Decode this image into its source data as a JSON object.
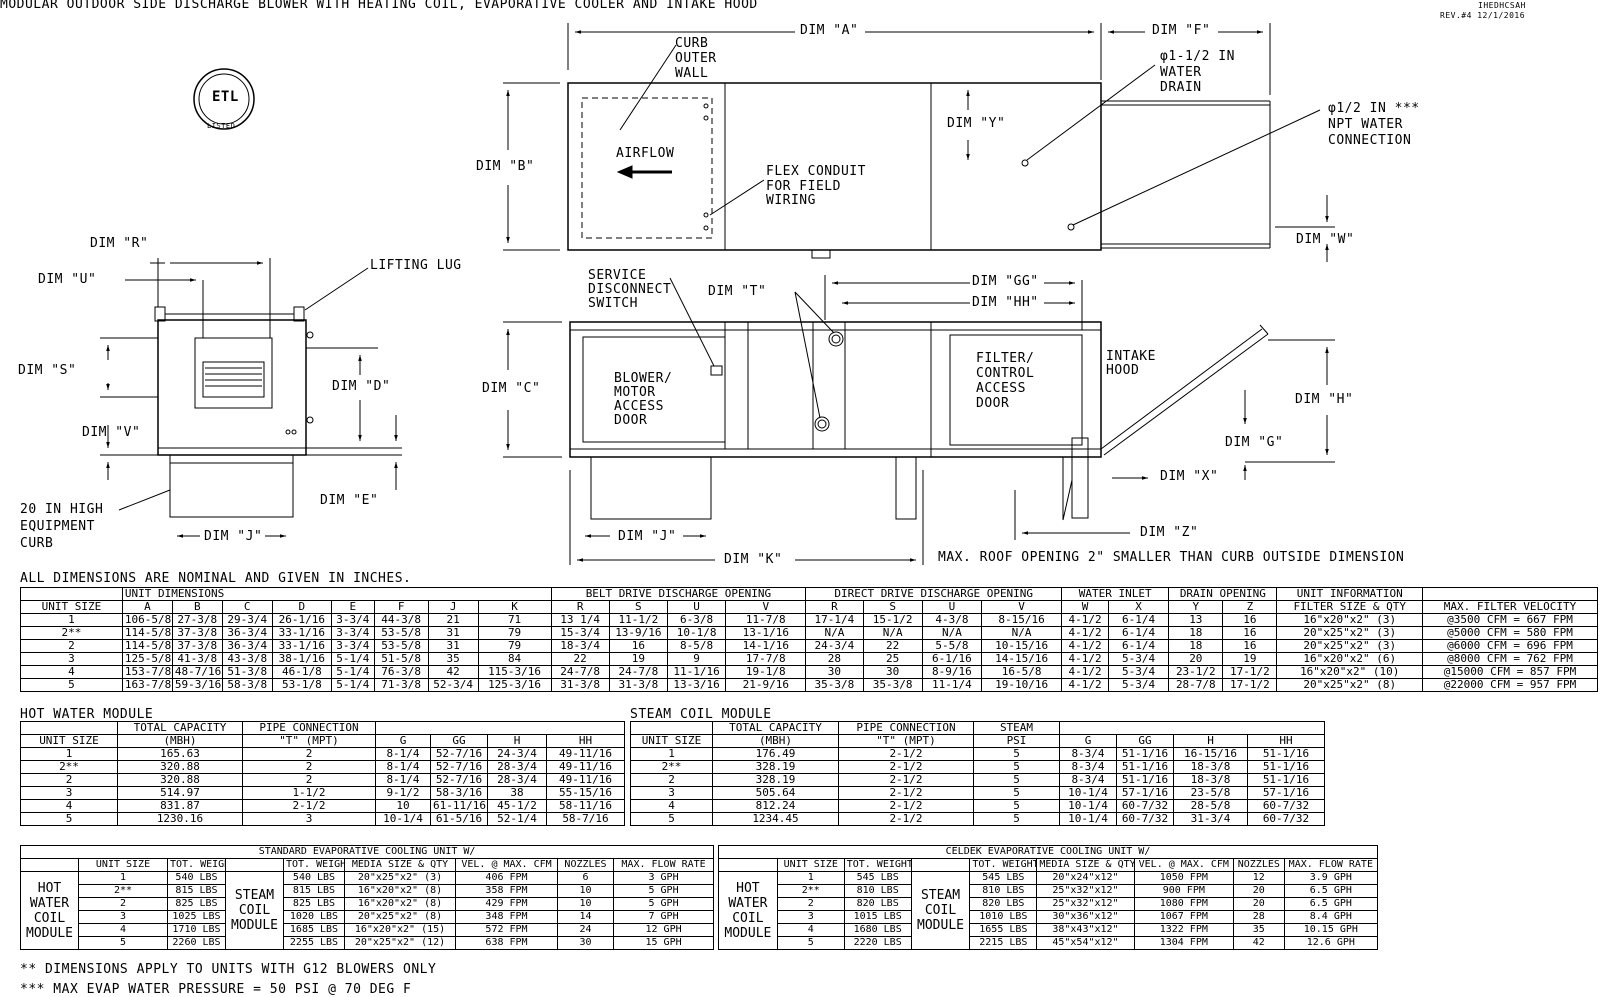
{
  "title": "MODULAR OUTDOOR SIDE DISCHARGE BLOWER WITH HEATING COIL, EVAPORATIVE COOLER AND INTAKE HOOD",
  "doc_id": "IHEDHCSAH",
  "revision": "REV.#4  12/1/2016",
  "labels": {
    "dim_a": "DIM \"A\"",
    "dim_b": "DIM \"B\"",
    "dim_c": "DIM \"C\"",
    "dim_d": "DIM \"D\"",
    "dim_e": "DIM \"E\"",
    "dim_f": "DIM \"F\"",
    "dim_g": "DIM \"G\"",
    "dim_h": "DIM \"H\"",
    "dim_j_left": "DIM \"J\"",
    "dim_j_mid": "DIM \"J\"",
    "dim_k": "DIM \"K\"",
    "dim_r": "DIM \"R\"",
    "dim_s": "DIM \"S\"",
    "dim_t": "DIM \"T\"",
    "dim_u": "DIM \"U\"",
    "dim_v": "DIM \"V\"",
    "dim_w": "DIM \"W\"",
    "dim_x": "DIM \"X\"",
    "dim_y": "DIM \"Y\"",
    "dim_z": "DIM \"Z\"",
    "dim_gg": "DIM \"GG\"",
    "dim_hh": "DIM \"HH\"",
    "curb_outer": [
      "CURB",
      "OUTER",
      "WALL"
    ],
    "airflow": "AIRFLOW",
    "flex_conduit": [
      "FLEX CONDUIT",
      "FOR FIELD",
      "WIRING"
    ],
    "water_drain": [
      "φ1-1/2 IN",
      "WATER",
      "DRAIN"
    ],
    "npt_conn": [
      "φ1/2 IN ***",
      "NPT WATER",
      "CONNECTION"
    ],
    "lifting_lug": "LIFTING LUG",
    "service_disc": [
      "SERVICE",
      "DISCONNECT",
      "SWITCH"
    ],
    "blower_door": [
      "BLOWER/",
      "MOTOR",
      "ACCESS",
      "DOOR"
    ],
    "filter_door": [
      "FILTER/",
      "CONTROL",
      "ACCESS",
      "DOOR"
    ],
    "intake_hood": [
      "INTAKE",
      "HOOD"
    ],
    "curb_20": [
      "20 IN HIGH",
      "EQUIPMENT",
      "CURB"
    ],
    "roof_opening": "MAX. ROOF OPENING 2\" SMALLER THAN CURB OUTSIDE DIMENSION",
    "all_dims": "ALL DIMENSIONS ARE NOMINAL AND GIVEN IN INCHES.",
    "etl_logo": "ETL",
    "etl_listed": "LISTED"
  },
  "dim_table": {
    "groups": [
      "UNIT DIMENSIONS",
      "BELT DRIVE DISCHARGE OPENING",
      "DIRECT DRIVE DISCHARGE OPENING",
      "WATER INLET",
      "DRAIN OPENING",
      "UNIT INFORMATION",
      ""
    ],
    "headers": [
      "UNIT SIZE",
      "A",
      "B",
      "C",
      "D",
      "E",
      "F",
      "J",
      "K",
      "R",
      "S",
      "U",
      "V",
      "R",
      "S",
      "U",
      "V",
      "W",
      "X",
      "Y",
      "Z",
      "FILTER SIZE & QTY",
      "MAX. FILTER VELOCITY"
    ],
    "rows": [
      [
        "1",
        "106-5/8",
        "27-3/8",
        "29-3/4",
        "26-1/16",
        "3-3/4",
        "44-3/8",
        "21",
        "71",
        "13 1/4",
        "11-1/2",
        "6-3/8",
        "11-7/8",
        "17-1/4",
        "15-1/2",
        "4-3/8",
        "8-15/16",
        "4-1/2",
        "6-1/4",
        "13",
        "16",
        "16\"x20\"x2\" (3)",
        "@3500 CFM = 667 FPM"
      ],
      [
        "2**",
        "114-5/8",
        "37-3/8",
        "36-3/4",
        "33-1/16",
        "3-3/4",
        "53-5/8",
        "31",
        "79",
        "15-3/4",
        "13-9/16",
        "10-1/8",
        "13-1/16",
        "N/A",
        "N/A",
        "N/A",
        "N/A",
        "4-1/2",
        "6-1/4",
        "18",
        "16",
        "20\"x25\"x2\" (3)",
        "@5000 CFM = 580 FPM"
      ],
      [
        "2",
        "114-5/8",
        "37-3/8",
        "36-3/4",
        "33-1/16",
        "3-3/4",
        "53-5/8",
        "31",
        "79",
        "18-3/4",
        "16",
        "8-5/8",
        "14-1/16",
        "24-3/4",
        "22",
        "5-5/8",
        "10-15/16",
        "4-1/2",
        "6-1/4",
        "18",
        "16",
        "20\"x25\"x2\" (3)",
        "@6000 CFM = 696 FPM"
      ],
      [
        "3",
        "125-5/8",
        "41-3/8",
        "43-3/8",
        "38-1/16",
        "5-1/4",
        "51-5/8",
        "35",
        "84",
        "22",
        "19",
        "9",
        "17-7/8",
        "28",
        "25",
        "6-1/16",
        "14-15/16",
        "4-1/2",
        "5-3/4",
        "20",
        "19",
        "16\"x20\"x2\" (6)",
        "@8000 CFM = 762 FPM"
      ],
      [
        "4",
        "153-7/8",
        "48-7/16",
        "51-3/8",
        "46-1/8",
        "5-1/4",
        "76-3/8",
        "42",
        "115-3/16",
        "24-7/8",
        "24-7/8",
        "11-1/16",
        "19-1/8",
        "30",
        "30",
        "8-9/16",
        "16-5/8",
        "4-1/2",
        "5-3/4",
        "23-1/2",
        "17-1/2",
        "16\"x20\"x2\" (10)",
        "@15000 CFM = 857 FPM"
      ],
      [
        "5",
        "163-7/8",
        "59-3/16",
        "58-3/8",
        "53-1/8",
        "5-1/4",
        "71-3/8",
        "52-3/4",
        "125-3/16",
        "31-3/8",
        "31-3/8",
        "13-3/16",
        "21-9/16",
        "35-3/8",
        "35-3/8",
        "11-1/4",
        "19-10/16",
        "4-1/2",
        "5-3/4",
        "28-7/8",
        "17-1/2",
        "20\"x25\"x2\" (8)",
        "@22000 CFM = 957 FPM"
      ]
    ]
  },
  "hot_water": {
    "title": "HOT WATER MODULE",
    "h1": [
      "",
      "TOTAL CAPACITY",
      "PIPE CONNECTION",
      ""
    ],
    "h2": [
      "UNIT SIZE",
      "(MBH)",
      "\"T\" (MPT)",
      "G",
      "GG",
      "H",
      "HH"
    ],
    "rows": [
      [
        "1",
        "165.63",
        "2",
        "8-1/4",
        "52-7/16",
        "24-3/4",
        "49-11/16"
      ],
      [
        "2**",
        "320.88",
        "2",
        "8-1/4",
        "52-7/16",
        "28-3/4",
        "49-11/16"
      ],
      [
        "2",
        "320.88",
        "2",
        "8-1/4",
        "52-7/16",
        "28-3/4",
        "49-11/16"
      ],
      [
        "3",
        "514.97",
        "1-1/2",
        "9-1/2",
        "58-3/16",
        "38",
        "55-15/16"
      ],
      [
        "4",
        "831.87",
        "2-1/2",
        "10",
        "61-11/16",
        "45-1/2",
        "58-11/16"
      ],
      [
        "5",
        "1230.16",
        "3",
        "10-1/4",
        "61-5/16",
        "52-1/4",
        "58-7/16"
      ]
    ]
  },
  "steam": {
    "title": "STEAM COIL MODULE",
    "h1": [
      "",
      "TOTAL CAPACITY",
      "PIPE CONNECTION",
      "STEAM",
      ""
    ],
    "h2": [
      "UNIT SIZE",
      "(MBH)",
      "\"T\" (MPT)",
      "PSI",
      "G",
      "GG",
      "H",
      "HH"
    ],
    "rows": [
      [
        "1",
        "176.49",
        "2-1/2",
        "5",
        "8-3/4",
        "51-1/16",
        "16-15/16",
        "51-1/16"
      ],
      [
        "2**",
        "328.19",
        "2-1/2",
        "5",
        "8-3/4",
        "51-1/16",
        "18-3/8",
        "51-1/16"
      ],
      [
        "2",
        "328.19",
        "2-1/2",
        "5",
        "8-3/4",
        "51-1/16",
        "18-3/8",
        "51-1/16"
      ],
      [
        "3",
        "505.64",
        "2-1/2",
        "5",
        "10-1/4",
        "57-1/16",
        "23-5/8",
        "57-1/16"
      ],
      [
        "4",
        "812.24",
        "2-1/2",
        "5",
        "10-1/4",
        "60-7/32",
        "28-5/8",
        "60-7/32"
      ],
      [
        "5",
        "1234.45",
        "2-1/2",
        "5",
        "10-1/4",
        "60-7/32",
        "31-3/4",
        "60-7/32"
      ]
    ]
  },
  "std_evap": {
    "title": "STANDARD EVAPORATIVE COOLING UNIT W/",
    "hw_label": [
      "HOT",
      "WATER",
      "COIL",
      "MODULE"
    ],
    "st_label": [
      "STEAM",
      "COIL",
      "MODULE"
    ],
    "h_left": [
      "UNIT SIZE",
      "TOT. WEIGHT"
    ],
    "h_right": [
      "TOT. WEIGHT",
      "MEDIA SIZE & QTY",
      "VEL. @ MAX. CFM",
      "NOZZLES",
      "MAX. FLOW RATE"
    ],
    "rows": [
      [
        "1",
        "540 LBS",
        "540 LBS",
        "20\"x25\"x2\" (3)",
        "406 FPM",
        "6",
        "3 GPH"
      ],
      [
        "2**",
        "815 LBS",
        "815 LBS",
        "16\"x20\"x2\" (8)",
        "358 FPM",
        "10",
        "5 GPH"
      ],
      [
        "2",
        "825 LBS",
        "825 LBS",
        "16\"x20\"x2\" (8)",
        "429 FPM",
        "10",
        "5 GPH"
      ],
      [
        "3",
        "1025 LBS",
        "1020 LBS",
        "20\"x25\"x2\" (8)",
        "348 FPM",
        "14",
        "7 GPH"
      ],
      [
        "4",
        "1710 LBS",
        "1685 LBS",
        "16\"x20\"x2\" (15)",
        "572 FPM",
        "24",
        "12 GPH"
      ],
      [
        "5",
        "2260 LBS",
        "2255 LBS",
        "20\"x25\"x2\" (12)",
        "638 FPM",
        "30",
        "15 GPH"
      ]
    ]
  },
  "celdek": {
    "title": "CELDEK EVAPORATIVE COOLING UNIT W/",
    "hw_label": [
      "HOT",
      "WATER",
      "COIL",
      "MODULE"
    ],
    "st_label": [
      "STEAM",
      "COIL",
      "MODULE"
    ],
    "h_left": [
      "UNIT SIZE",
      "TOT. WEIGHT"
    ],
    "h_right": [
      "TOT. WEIGHT",
      "MEDIA SIZE & QTY",
      "VEL. @ MAX. CFM",
      "NOZZLES",
      "MAX. FLOW RATE"
    ],
    "rows": [
      [
        "1",
        "545 LBS",
        "545 LBS",
        "20\"x24\"x12\"",
        "1050 FPM",
        "12",
        "3.9 GPH"
      ],
      [
        "2**",
        "810 LBS",
        "810 LBS",
        "25\"x32\"x12\"",
        "900 FPM",
        "20",
        "6.5 GPH"
      ],
      [
        "2",
        "820 LBS",
        "820 LBS",
        "25\"x32\"x12\"",
        "1080 FPM",
        "20",
        "6.5 GPH"
      ],
      [
        "3",
        "1015 LBS",
        "1010 LBS",
        "30\"x36\"x12\"",
        "1067 FPM",
        "28",
        "8.4 GPH"
      ],
      [
        "4",
        "1680 LBS",
        "1655 LBS",
        "38\"x43\"x12\"",
        "1322 FPM",
        "35",
        "10.15 GPH"
      ],
      [
        "5",
        "2220 LBS",
        "2215 LBS",
        "45\"x54\"x12\"",
        "1304 FPM",
        "42",
        "12.6 GPH"
      ]
    ]
  },
  "notes": [
    "** DIMENSIONS APPLY TO UNITS WITH G12 BLOWERS ONLY",
    "*** MAX EVAP WATER PRESSURE = 50 PSI @ 70 DEG F"
  ]
}
